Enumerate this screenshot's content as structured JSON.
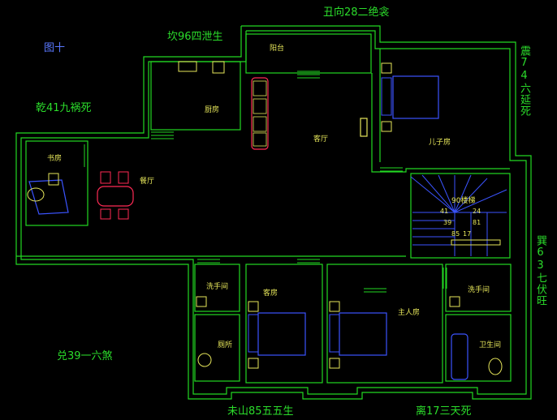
{
  "figure_label": "图十",
  "directions": {
    "top": "丑向28二绝衾",
    "top_left": "坎96四泄生",
    "left": "乾41九祸死",
    "bottom_left": "兑39一六煞",
    "bottom": "未山85五五生",
    "bottom_right": "离17三天死",
    "right_top": "震74六延死",
    "right_bottom": "巽63七伏旺"
  },
  "rooms": {
    "balcony": "阳台",
    "kitchen": "厨房",
    "living": "客厅",
    "child": "儿子房",
    "study": "书房",
    "dining": "餐厅",
    "stair": "90楼梯",
    "wash_left": "洗手间",
    "guest": "客房",
    "master": "主人房",
    "wash_right": "洗手间",
    "toilet": "厕所",
    "bath": "卫生间"
  },
  "stair_numbers": [
    "41",
    "24",
    "39",
    "81",
    "85",
    "17"
  ],
  "colors": {
    "wall": "#22d822",
    "text": "#2bdc2b",
    "room_label": "#e6e65a",
    "furniture": "#3b54ff",
    "accent": "#ff2a55"
  }
}
